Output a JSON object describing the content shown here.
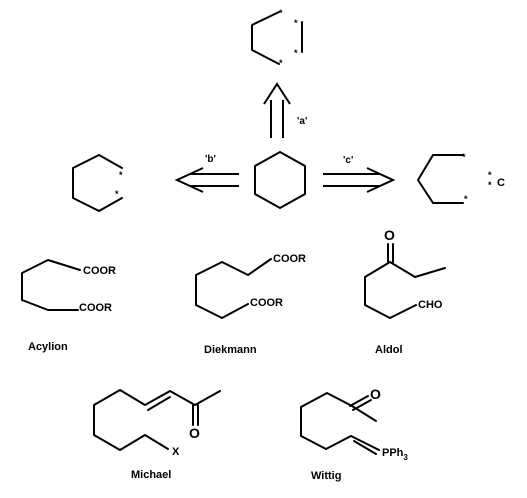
{
  "arrows": {
    "a": "'a'",
    "b": "'b'",
    "c": "'c'"
  },
  "star": "*",
  "c_fragment": "C",
  "groups": {
    "coor": "COOR",
    "cho": "CHO",
    "oxygen": "O",
    "x": "X",
    "pph": "PPh",
    "pph_sub": "3"
  },
  "reactions": {
    "acylion": "Acylion",
    "diekmann": "Diekmann",
    "aldol": "Aldol",
    "michael": "Michael",
    "wittig": "Wittig"
  }
}
